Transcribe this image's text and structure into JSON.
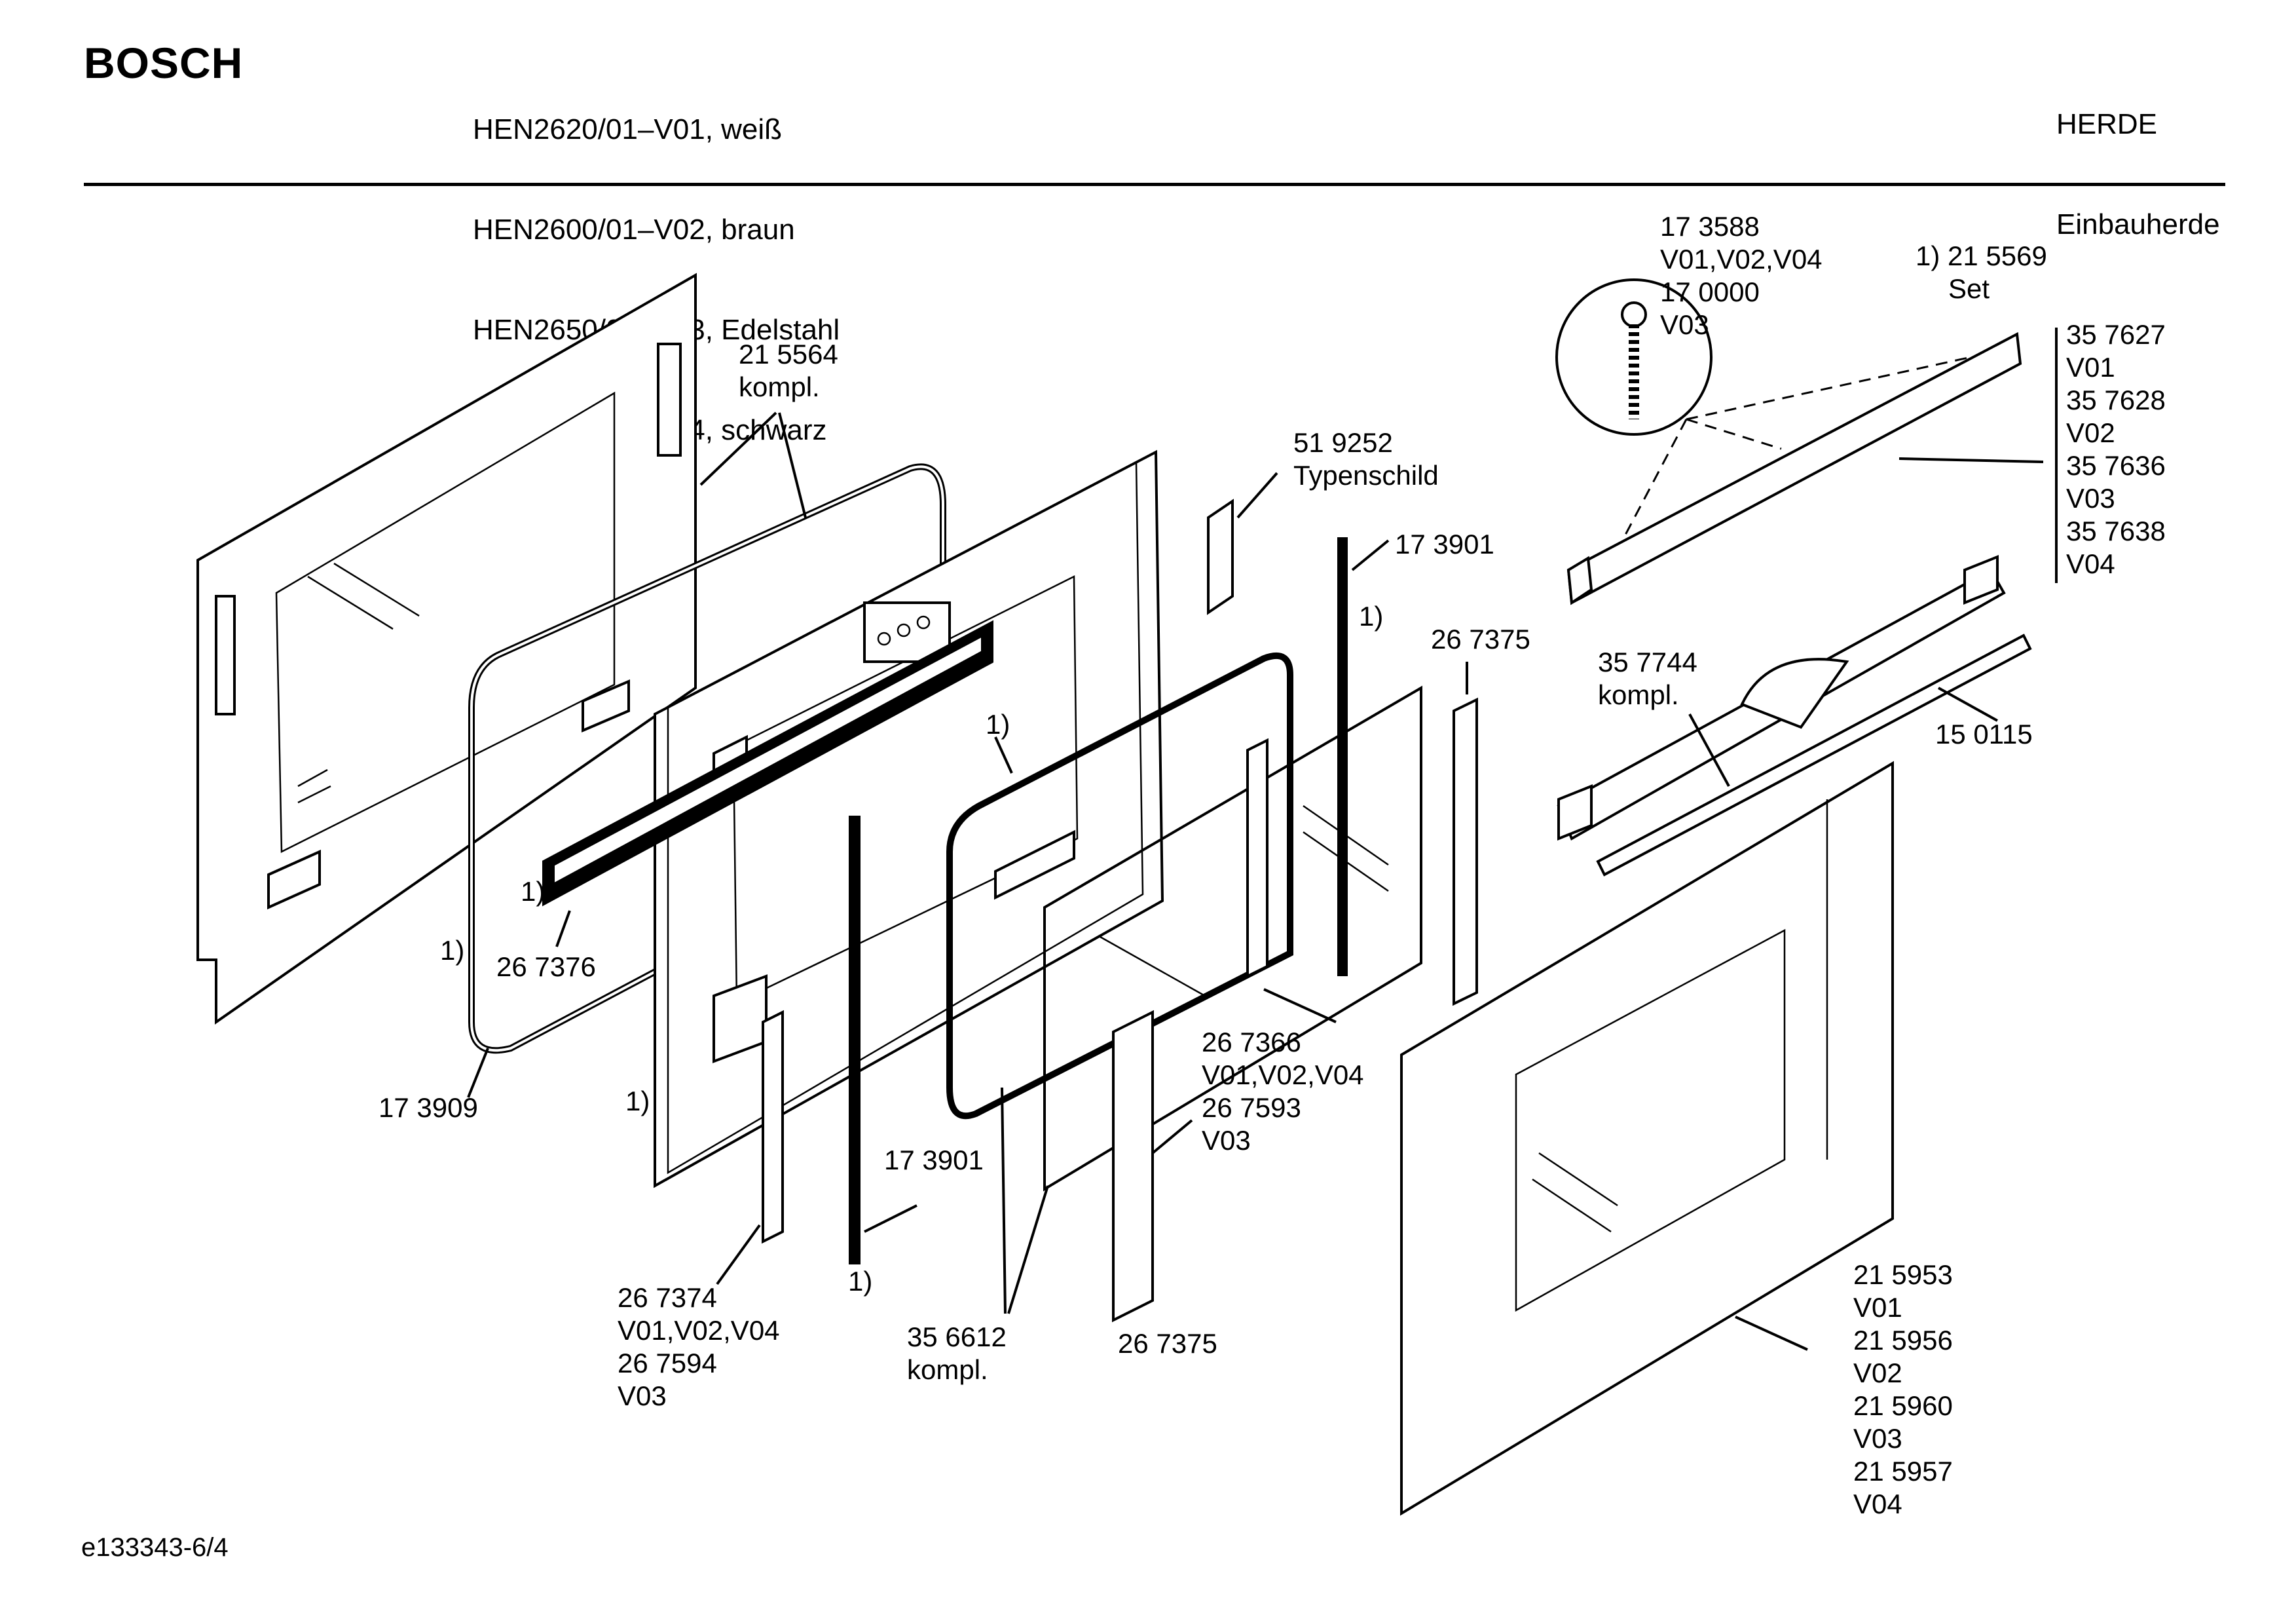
{
  "header": {
    "brand": "BOSCH",
    "models": [
      "HEN2620/01–V01, weiß",
      "HEN2600/01–V02, braun",
      "HEN2650/01–V03, Edelstahl",
      "HEN2660/01–V04, schwarz"
    ],
    "category": [
      "HERDE",
      "Einbauherde"
    ]
  },
  "footer": {
    "doc_id": "e133343-6/4"
  },
  "labels": [
    {
      "id": "l1",
      "lines": [
        "21 5564",
        "kompl."
      ]
    },
    {
      "id": "l2",
      "lines": [
        "51 9252",
        "Typenschild"
      ]
    },
    {
      "id": "l3",
      "lines": [
        "17 3901"
      ]
    },
    {
      "id": "l4",
      "lines": [
        "1)"
      ]
    },
    {
      "id": "l5",
      "lines": [
        "26 7375"
      ]
    },
    {
      "id": "l6",
      "lines": [
        "17 3588",
        "V01,V02,V04",
        "17 0000",
        "V03"
      ]
    },
    {
      "id": "l7",
      "lines": [
        "1) 21 5569",
        "Set"
      ]
    },
    {
      "id": "l8",
      "lines": [
        "35 7627",
        "V01",
        "35 7628",
        "V02",
        "35 7636",
        "V03",
        "35 7638",
        "V04"
      ]
    },
    {
      "id": "l9",
      "lines": [
        "35 7744",
        "kompl."
      ]
    },
    {
      "id": "l10",
      "lines": [
        "15 0115"
      ]
    },
    {
      "id": "l11",
      "lines": [
        "1)"
      ]
    },
    {
      "id": "l12",
      "lines": [
        "1)"
      ]
    },
    {
      "id": "l13",
      "lines": [
        "26 7376"
      ]
    },
    {
      "id": "l14",
      "lines": [
        "1)"
      ]
    },
    {
      "id": "l15",
      "lines": [
        "17 3909"
      ]
    },
    {
      "id": "l16",
      "lines": [
        "1)"
      ]
    },
    {
      "id": "l17",
      "lines": [
        "26 7366",
        "V01,V02,V04",
        "26 7593",
        "V03"
      ]
    },
    {
      "id": "l18",
      "lines": [
        "17 3901"
      ]
    },
    {
      "id": "l19",
      "lines": [
        "1)"
      ]
    },
    {
      "id": "l20",
      "lines": [
        "26 7374",
        "V01,V02,V04",
        "26 7594",
        "V03"
      ]
    },
    {
      "id": "l21",
      "lines": [
        "35 6612",
        "kompl."
      ]
    },
    {
      "id": "l22",
      "lines": [
        "26 7375"
      ]
    },
    {
      "id": "l23",
      "lines": [
        "21 5953",
        "V01",
        "21 5956",
        "V02",
        "21 5960",
        "V03",
        "21 5957",
        "V04"
      ]
    }
  ]
}
